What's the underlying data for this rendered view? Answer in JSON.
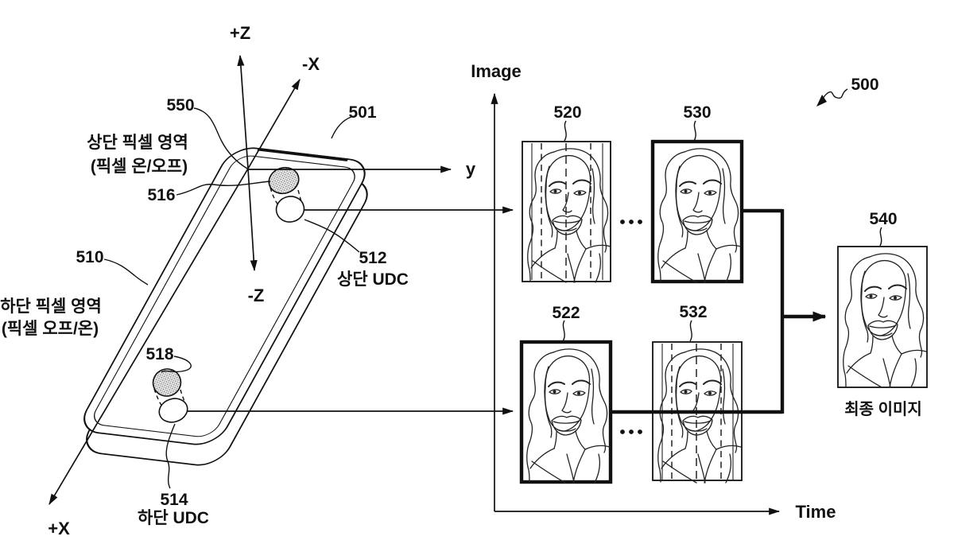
{
  "figure": {
    "ref": "500",
    "background": "#ffffff",
    "ink": "#111111",
    "ellipsis": "..."
  },
  "axes": {
    "plus_z": "+Z",
    "minus_x": "-X",
    "minus_z": "-Z",
    "plus_x": "+X",
    "y_axis": "y",
    "image_axis": "Image",
    "time_axis": "Time"
  },
  "device": {
    "display_ref": "501",
    "body_ref": "510",
    "display_origin_ref": "550",
    "top_pixel_region": {
      "ref": "516",
      "line1": "상단 픽셀 영역",
      "line2": "(픽셀 온/오프)"
    },
    "bottom_pixel_region": {
      "ref": "518",
      "line1": "하단 픽셀 영역",
      "line2": "(픽셀 오프/온)"
    },
    "top_udc": {
      "ref": "512",
      "label": "상단 UDC"
    },
    "bottom_udc": {
      "ref": "514",
      "label": "하단 UDC"
    }
  },
  "timeline": {
    "top_first_frame_ref": "520",
    "top_last_frame_ref": "530",
    "bottom_first_frame_ref": "522",
    "bottom_last_frame_ref": "532",
    "final_image": {
      "ref": "540",
      "caption": "최종 이미지"
    }
  }
}
